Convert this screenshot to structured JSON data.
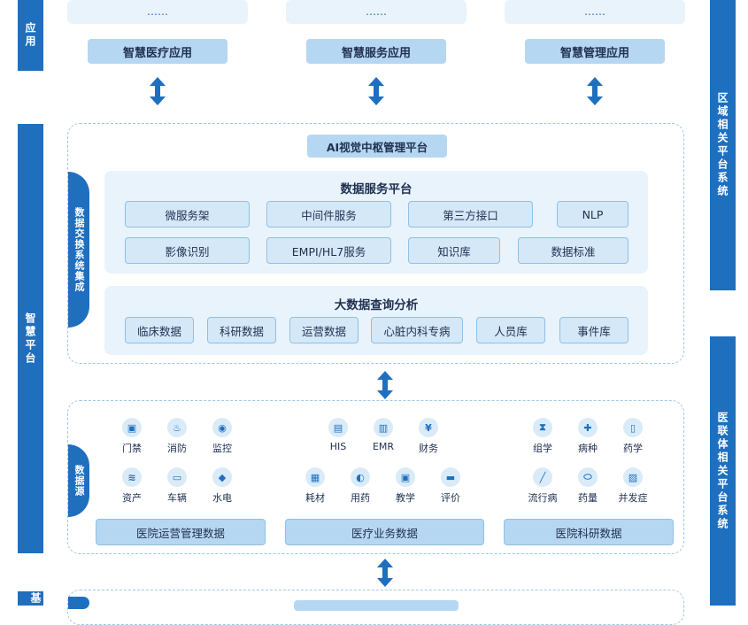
{
  "left_bars": {
    "app": "应用",
    "smart_platform": "智慧平台",
    "base": "基"
  },
  "right_bars": {
    "regional": "区域相关平台系统",
    "medical_alliance": "医联体相关平台系统"
  },
  "top_ellipsis": [
    "……",
    "……",
    "……"
  ],
  "apps": [
    "智慧医疗应用",
    "智慧服务应用",
    "智慧管理应用"
  ],
  "ai_hub_title": "AI视觉中枢管理平台",
  "exchange_label": "数据交换系统集成",
  "data_service": {
    "title": "数据服务平台",
    "row1": [
      "微服务架",
      "中间件服务",
      "第三方接口",
      "NLP"
    ],
    "row2": [
      "影像识别",
      "EMPI/HL7服务",
      "知识库",
      "数据标准"
    ]
  },
  "big_data": {
    "title": "大数据查询分析",
    "items": [
      "临床数据",
      "科研数据",
      "运营数据",
      "心脏内科专病",
      "人员库",
      "事件库"
    ]
  },
  "data_source_label": "数据源",
  "sources": {
    "ops": {
      "row1": [
        {
          "label": "门禁",
          "icon": "door-icon",
          "glyph": "▣"
        },
        {
          "label": "消防",
          "icon": "fire-icon",
          "glyph": "♨"
        },
        {
          "label": "监控",
          "icon": "camera-icon",
          "glyph": "◉"
        }
      ],
      "row2": [
        {
          "label": "资产",
          "icon": "layers-icon",
          "glyph": "≋"
        },
        {
          "label": "车辆",
          "icon": "car-icon",
          "glyph": "▭"
        },
        {
          "label": "水电",
          "icon": "water-drop-icon",
          "glyph": "◆"
        }
      ],
      "title": "医院运营管理数据"
    },
    "clinical": {
      "row1": [
        {
          "label": "HIS",
          "icon": "his-doc-icon",
          "glyph": "▤"
        },
        {
          "label": "EMR",
          "icon": "emr-doc-icon",
          "glyph": "▥"
        },
        {
          "label": "财务",
          "icon": "money-bag-icon",
          "glyph": "¥"
        }
      ],
      "row2": [
        {
          "label": "耗材",
          "icon": "supply-icon",
          "glyph": "▦"
        },
        {
          "label": "用药",
          "icon": "pill-icon",
          "glyph": "◐"
        },
        {
          "label": "教学",
          "icon": "teach-icon",
          "glyph": "▣"
        },
        {
          "label": "评价",
          "icon": "comment-icon",
          "glyph": "▬"
        }
      ],
      "title": "医疗业务数据"
    },
    "research": {
      "row1": [
        {
          "label": "组学",
          "icon": "hourglass-icon",
          "glyph": "⧗"
        },
        {
          "label": "病种",
          "icon": "medkit-icon",
          "glyph": "✚"
        },
        {
          "label": "药学",
          "icon": "bottle-icon",
          "glyph": "▯"
        }
      ],
      "row2": [
        {
          "label": "流行病",
          "icon": "syringe-icon",
          "glyph": "╱"
        },
        {
          "label": "药量",
          "icon": "capsule-icon",
          "glyph": "⬭"
        },
        {
          "label": "并发症",
          "icon": "chart-icon",
          "glyph": "▨"
        }
      ],
      "title": "医院科研数据"
    }
  },
  "colors": {
    "primary": "#1f6fbf",
    "light": "#e9f3fb",
    "chip": "#d4e8f8",
    "button": "#b6d7f1"
  }
}
